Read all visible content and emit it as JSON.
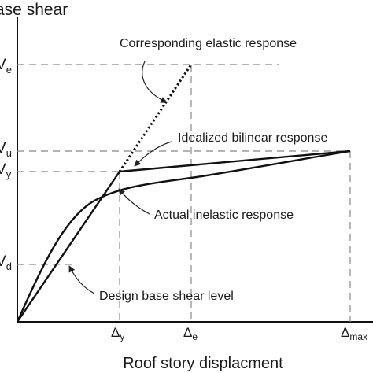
{
  "axes": {
    "y_title": "ase shear",
    "x_title": "Roof story displacment"
  },
  "y_ticks": {
    "ve": {
      "main": "V",
      "sub": "e"
    },
    "vu": {
      "main": "V",
      "sub": "u"
    },
    "vy": {
      "main": "V",
      "sub": "y"
    },
    "vd": {
      "main": "V",
      "sub": "d"
    }
  },
  "x_ticks": {
    "dy": {
      "main": "Δ",
      "sub": "y"
    },
    "de": {
      "main": "Δ",
      "sub": "e"
    },
    "dmax": {
      "main": "Δ",
      "sub": "max"
    }
  },
  "annotations": {
    "elastic": "Corresponding elastic response",
    "bilinear": "Idealized bilinear response",
    "inelastic": "Actual inelastic response",
    "design": "Design base shear level"
  },
  "colors": {
    "curve": "#111111",
    "dashed": "#888888",
    "text": "#1a1a1a"
  }
}
